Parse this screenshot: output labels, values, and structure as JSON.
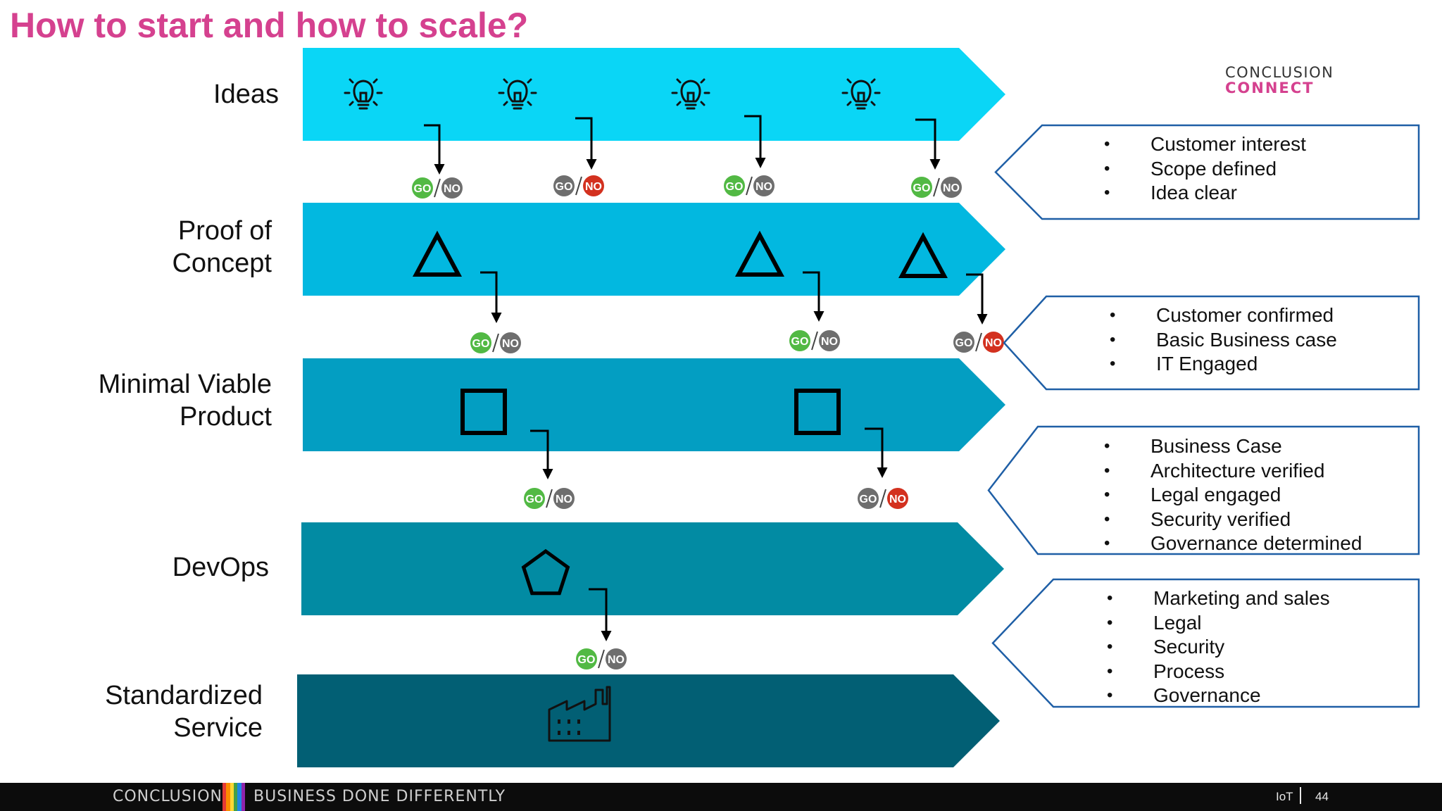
{
  "title": "How to start and how to scale?",
  "brand": {
    "line1": "CONCLUSION",
    "line2": "CONNECT"
  },
  "colors": {
    "title": "#d5418f",
    "stage_colors": [
      "#0ad6f6",
      "#02b8e0",
      "#039ec2",
      "#028ba3",
      "#025f74"
    ],
    "go": "#52b944",
    "no_red": "#d3311f",
    "gray": "#6e6e6e",
    "box_border": "#1f5fa6"
  },
  "stages": [
    {
      "name": "Ideas",
      "label_lines": [
        "Ideas"
      ],
      "icon": "lightbulb-icon"
    },
    {
      "name": "Proof of Concept",
      "label_lines": [
        "Proof of",
        "Concept"
      ],
      "icon": "triangle-icon"
    },
    {
      "name": "Minimal Viable Product",
      "label_lines": [
        "Minimal Viable",
        "Product"
      ],
      "icon": "square-icon"
    },
    {
      "name": "DevOps",
      "label_lines": [
        "DevOps"
      ],
      "icon": "pentagon-icon"
    },
    {
      "name": "Standardized Service",
      "label_lines": [
        "Standardized",
        "Service"
      ],
      "icon": "factory-icon"
    }
  ],
  "gate": {
    "go_label": "GO",
    "no_label": "NO"
  },
  "gate_rows": [
    {
      "from_stage": "Ideas",
      "decisions": [
        "GO",
        "NO",
        "GO",
        "GO"
      ]
    },
    {
      "from_stage": "Proof of Concept",
      "decisions": [
        "GO",
        "GO",
        "NO"
      ]
    },
    {
      "from_stage": "Minimal Viable Product",
      "decisions": [
        "GO",
        "NO"
      ]
    },
    {
      "from_stage": "DevOps",
      "decisions": [
        "GO"
      ]
    }
  ],
  "criteria": [
    {
      "items": [
        "Customer interest",
        "Scope defined",
        "Idea clear"
      ]
    },
    {
      "items": [
        "Customer confirmed",
        "Basic Business case",
        "IT Engaged"
      ]
    },
    {
      "items": [
        "Business Case",
        "Architecture verified",
        "Legal engaged",
        "Security verified",
        "Governance determined"
      ]
    },
    {
      "items": [
        "Marketing and sales",
        "Legal",
        "Security",
        "Process",
        "Governance"
      ]
    }
  ],
  "footer": {
    "company": "CONCLUSION",
    "tagline": "BUSINESS DONE DIFFERENTLY",
    "section": "IoT",
    "page": "44",
    "stripe_colors": [
      "#e53935",
      "#fb8c00",
      "#fdd835",
      "#43a047",
      "#1e88e5",
      "#8e24aa"
    ]
  }
}
